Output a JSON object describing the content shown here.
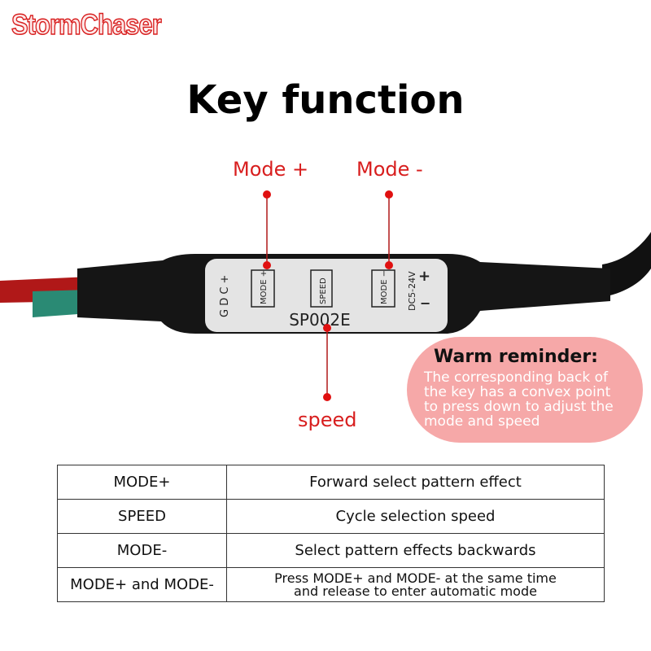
{
  "brand": {
    "logo_text": "StormChaser"
  },
  "title": "Key function",
  "callouts": {
    "mode_plus": "Mode +",
    "mode_minus": "Mode -",
    "speed": "speed"
  },
  "device": {
    "model": "SP002E",
    "pins": "G D C +",
    "button_mode_plus": "MODE +",
    "button_speed": "SPEED",
    "button_mode_minus": "MODE −",
    "voltage": "DC5-24V",
    "polarity_plus": "+",
    "polarity_minus": "−"
  },
  "reminder": {
    "title": "Warm reminder:",
    "body": "The corresponding back of the key has a convex point to press down to adjust the mode and speed"
  },
  "table": [
    {
      "key": "MODE+",
      "function": "Forward select pattern effect"
    },
    {
      "key": "SPEED",
      "function": "Cycle selection speed"
    },
    {
      "key": "MODE-",
      "function": "Select pattern effects backwards"
    },
    {
      "key": "MODE+ and MODE-",
      "function": "Press MODE+ and MODE- at the same time and release to enter automatic mode"
    }
  ],
  "colors": {
    "accent": "#d81e1e",
    "reminder_bg": "#f6a8a8"
  }
}
